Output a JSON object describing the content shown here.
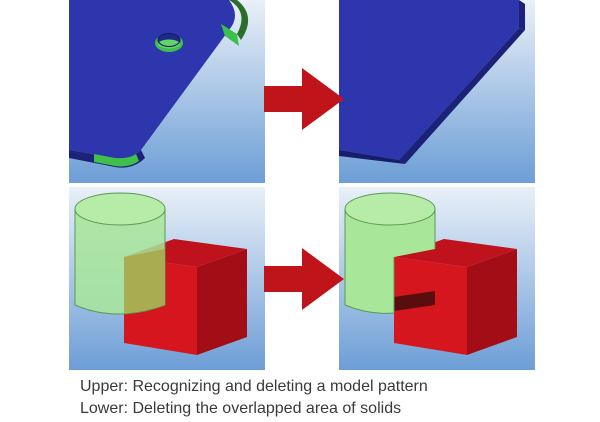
{
  "captions": {
    "upper": "Upper: Recognizing and deleting a model pattern",
    "lower": "Lower: Deleting the overlapped area of solids"
  },
  "panels": {
    "upper_before": "plate-with-hole-and-fillets",
    "upper_after": "plain-plate",
    "lower_before": "cylinder-overlapping-box",
    "lower_after": "cylinder-and-box-separated"
  },
  "icons": {
    "arrow": "right-arrow-icon"
  },
  "colors": {
    "plate_blue": "#2a35a8",
    "feature_green": "#4fcf5a",
    "solid_red": "#c8141e",
    "cylinder_green": "#9fe08a",
    "overlap_olive": "#a7a84a",
    "arrow_red": "#c0141b",
    "caption_text": "#3a3a3a"
  }
}
